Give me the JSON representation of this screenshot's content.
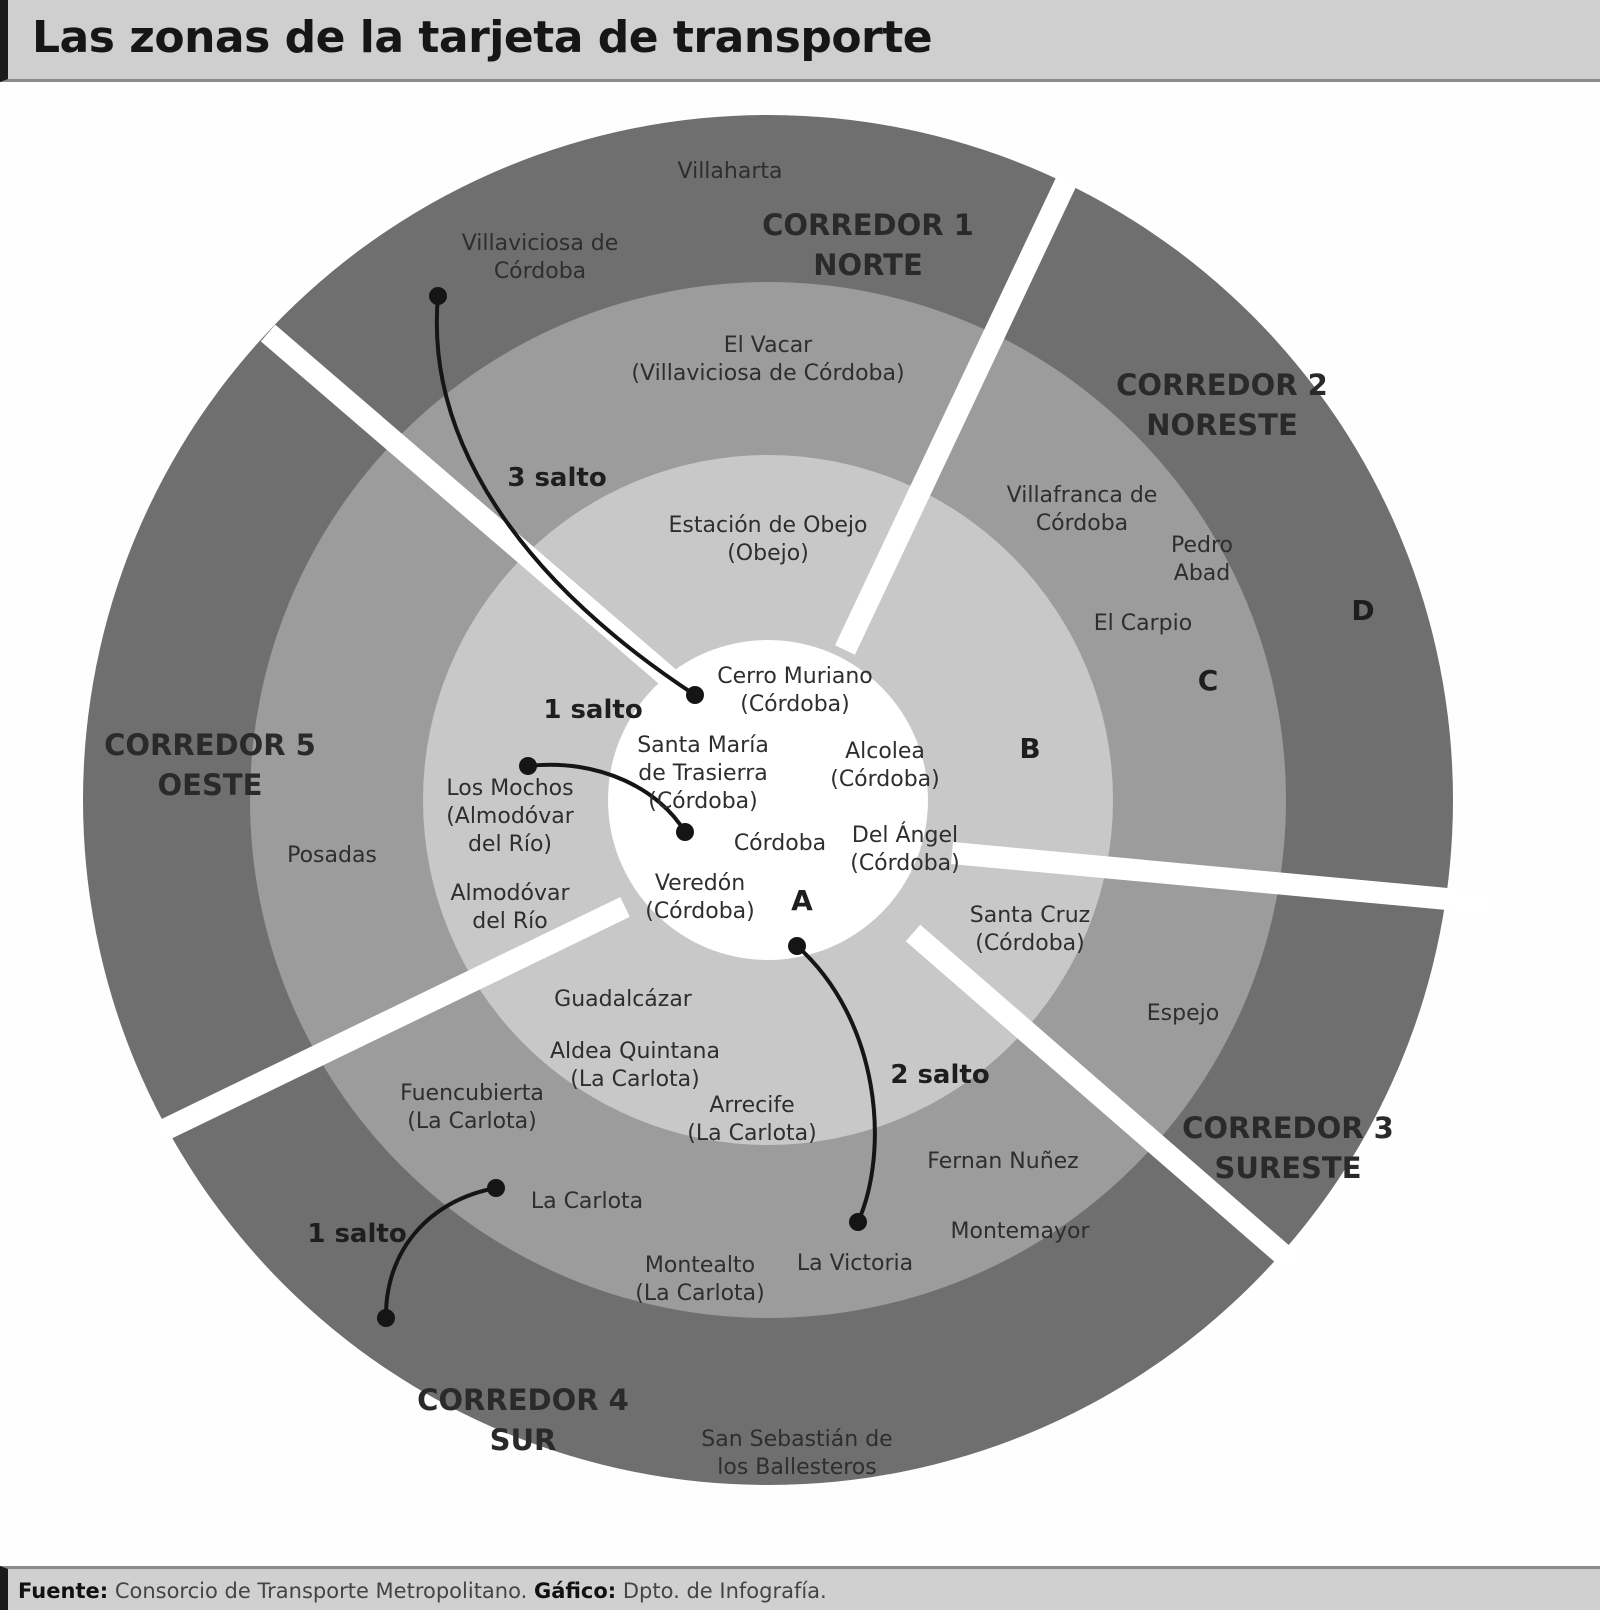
{
  "title": "Las zonas de la tarjeta de transporte",
  "zones": {
    "a": "A",
    "b": "B",
    "c": "C",
    "d": "D"
  },
  "corridors": {
    "c1": [
      "CORREDOR 1",
      "NORTE"
    ],
    "c2": [
      "CORREDOR 2",
      "NORESTE"
    ],
    "c3": [
      "CORREDOR 3",
      "SURESTE"
    ],
    "c4": [
      "CORREDOR 4",
      "SUR"
    ],
    "c5": [
      "CORREDOR 5",
      "OESTE"
    ]
  },
  "places": {
    "villaharta": [
      "Villaharta"
    ],
    "villaviciosa": [
      "Villaviciosa de",
      "Córdoba"
    ],
    "el_vacar": [
      "El Vacar",
      "(Villaviciosa de Córdoba)"
    ],
    "estacion_obejo": [
      "Estación de Obejo",
      "(Obejo)"
    ],
    "cerro_muriano": [
      "Cerro Muriano",
      "(Córdoba)"
    ],
    "santa_maria": [
      "Santa María",
      "de Trasierra",
      "(Córdoba)"
    ],
    "alcolea": [
      "Alcolea",
      "(Córdoba)"
    ],
    "cordoba": [
      "Córdoba"
    ],
    "del_angel": [
      "Del Ángel",
      "(Córdoba)"
    ],
    "veredon": [
      "Veredón",
      "(Córdoba)"
    ],
    "villafranca": [
      "Villafranca de",
      "Córdoba"
    ],
    "pedro_abad": [
      "Pedro",
      "Abad"
    ],
    "el_carpio": [
      "El Carpio"
    ],
    "santa_cruz": [
      "Santa Cruz",
      "(Córdoba)"
    ],
    "espejo": [
      "Espejo"
    ],
    "los_mochos": [
      "Los Mochos",
      "(Almodóvar",
      "del Río)"
    ],
    "almodovar": [
      "Almodóvar",
      "del Río"
    ],
    "posadas": [
      "Posadas"
    ],
    "guadalcazar": [
      "Guadalcázar"
    ],
    "aldea_quintana": [
      "Aldea Quintana",
      "(La Carlota)"
    ],
    "arrecife": [
      "Arrecife",
      "(La Carlota)"
    ],
    "fuencubierta": [
      "Fuencubierta",
      "(La Carlota)"
    ],
    "la_carlota": [
      "La Carlota"
    ],
    "fernan_nunez": [
      "Fernan Nuñez"
    ],
    "montemayor": [
      "Montemayor"
    ],
    "montealto": [
      "Montealto",
      "(La Carlota)"
    ],
    "la_victoria": [
      "La Victoria"
    ],
    "san_sebastian": [
      "San Sebastián de",
      "los Ballesteros"
    ]
  },
  "jumps": {
    "north": "3 salto",
    "west": "1 salto",
    "south": "2 salto",
    "southwest": "1 salto"
  },
  "footer": {
    "source_label": "Fuente:",
    "source": "Consorcio de Transporte Metropolitano.",
    "graphic_label": "Gáfico:",
    "graphic": "Dpto. de Infografía."
  },
  "colors": {
    "zone_d": "#6f6f6f",
    "zone_c": "#9c9c9c",
    "zone_b": "#c8c8c8",
    "zone_a": "#ffffff",
    "separator": "#ffffff",
    "header_bg": "#cfcfcf"
  }
}
